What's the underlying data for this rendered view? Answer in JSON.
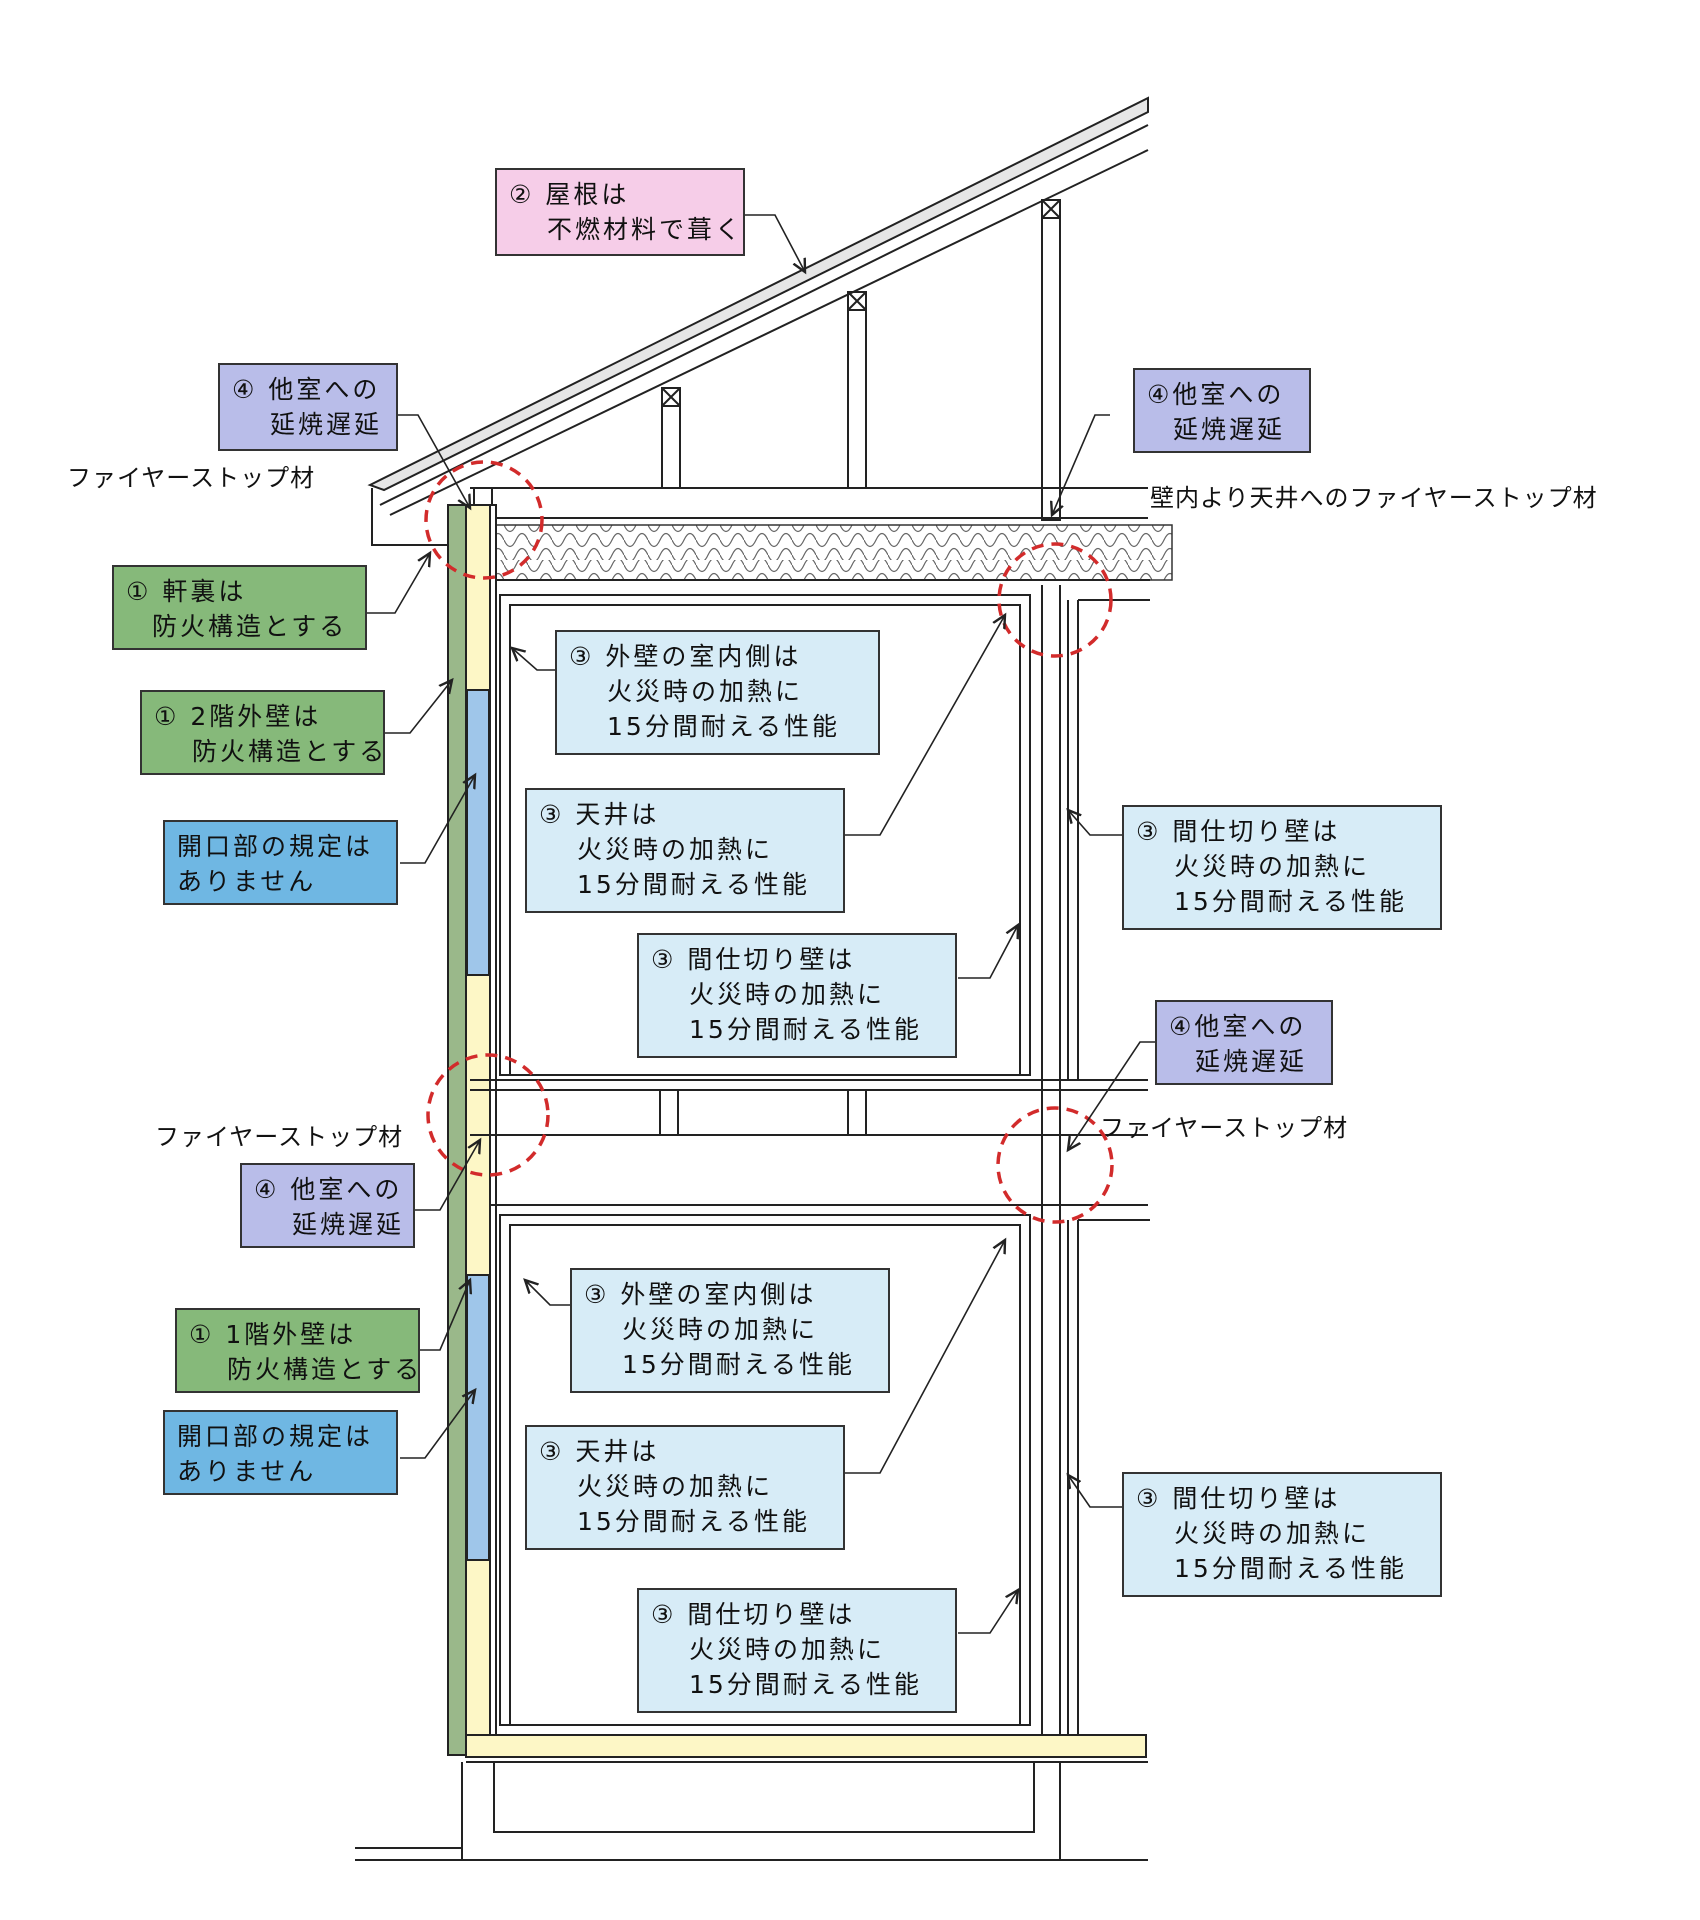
{
  "roof": {
    "line1": "② 屋根は",
    "line2": "不燃材料で葺く"
  },
  "spread_top_left": {
    "line1": "④ 他室への",
    "line2": "延焼遅延"
  },
  "spread_top_right": {
    "line1": "④他室への",
    "line2": "延焼遅延"
  },
  "spread_mid_right": {
    "line1": "④他室への",
    "line2": "延焼遅延"
  },
  "spread_mid_left": {
    "line1": "④ 他室への",
    "line2": "延焼遅延"
  },
  "firestop_top_left": "ファイヤーストップ材",
  "firestop_top_right": "壁内より天井へのファイヤーストップ材",
  "firestop_mid_left": "ファイヤーストップ材",
  "firestop_mid_right": "ファイヤーストップ材",
  "eaves": {
    "line1": "① 軒裏は",
    "line2": "防火構造とする"
  },
  "wall_2f": {
    "line1": "① 2階外壁は",
    "line2": "防火構造とする"
  },
  "wall_1f": {
    "line1": "① 1階外壁は",
    "line2": "防火構造とする"
  },
  "opening_2f": {
    "line1": "開口部の規定は",
    "line2": "ありません"
  },
  "opening_1f": {
    "line1": "開口部の規定は",
    "line2": "ありません"
  },
  "ext_inner_2f": {
    "line1": "③ 外壁の室内側は",
    "line2": "火災時の加熱に",
    "line3": "15分間耐える性能"
  },
  "ceiling_2f": {
    "line1": "③ 天井は",
    "line2": "火災時の加熱に",
    "line3": "15分間耐える性能"
  },
  "partition_2f_center": {
    "line1": "③ 間仕切り壁は",
    "line2": "火災時の加熱に",
    "line3": "15分間耐える性能"
  },
  "partition_2f_right": {
    "line1": "③ 間仕切り壁は",
    "line2": "火災時の加熱に",
    "line3": "15分間耐える性能"
  },
  "ext_inner_1f": {
    "line1": "③ 外壁の室内側は",
    "line2": "火災時の加熱に",
    "line3": "15分間耐える性能"
  },
  "ceiling_1f": {
    "line1": "③ 天井は",
    "line2": "火災時の加熱に",
    "line3": "15分間耐える性能"
  },
  "partition_1f_center": {
    "line1": "③ 間仕切り壁は",
    "line2": "火災時の加熱に",
    "line3": "15分間耐える性能"
  },
  "partition_1f_right": {
    "line1": "③ 間仕切り壁は",
    "line2": "火災時の加熱に",
    "line3": "15分間耐える性能"
  },
  "colors": {
    "roof_label": "#f6cde8",
    "spread_label": "#b9bde9",
    "fire_structure_label": "#86b97a",
    "performance_label": "#d7ecf7",
    "opening_label": "#6fb7e3",
    "circle": "#d22b2b",
    "wall_fill": "#fdf7c6",
    "window_fill": "#9fc6ea"
  }
}
